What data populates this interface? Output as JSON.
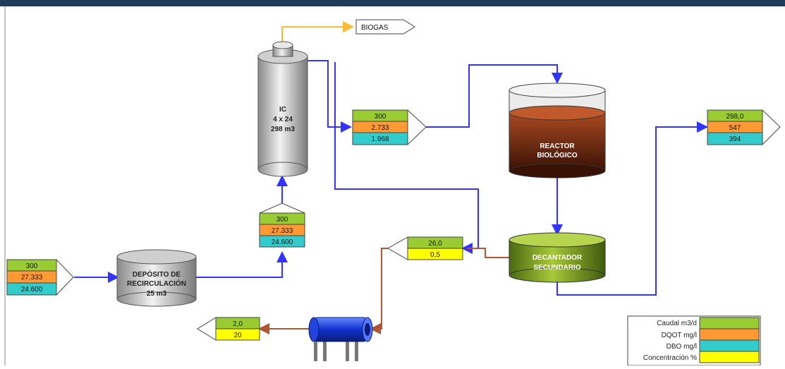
{
  "biogas_label": "BIOGAS",
  "colors": {
    "caudal": "#99cc33",
    "dqo": "#ff9933",
    "dbo": "#33cccc",
    "concentracion": "#ffff00",
    "pipe_water": "#3333ff",
    "pipe_sludge": "#b35533",
    "pipe_gas": "#ffbb33",
    "frame_top": "#1f3a5a"
  },
  "streams": {
    "inlet": {
      "caudal": "300",
      "dqo": "27.333",
      "dbo": "24.600"
    },
    "ic_feed": {
      "caudal": "300",
      "dqo": "27.333",
      "dbo": "24.600"
    },
    "ic_out": {
      "caudal": "300",
      "dqo": "2.733",
      "dbo": "1.968"
    },
    "outlet": {
      "caudal": "298,0",
      "dqo": "547",
      "dbo": "394"
    },
    "sludge_return": {
      "caudal": "26,0",
      "concentracion": "0,5"
    },
    "sludge_out": {
      "caudal": "2,0",
      "concentracion": "20"
    }
  },
  "equipment": {
    "ic": {
      "line1": "IC",
      "line2": "4 x 24",
      "line3": "298 m3"
    },
    "deposito": {
      "line1": "DEPÓSITO DE",
      "line2": "RECIRCULACIÓN",
      "line3": "25 m3"
    },
    "reactor": {
      "line1": "REACTOR",
      "line2": "BIOLÓGICO"
    },
    "decantador": {
      "line1": "DECANTADOR",
      "line2": "SECUNDARIO"
    }
  },
  "legend": [
    {
      "label": "Caudal m3/d",
      "color_key": "caudal"
    },
    {
      "label": "DQOT mg/l",
      "color_key": "dqo"
    },
    {
      "label": "DBO mg/l",
      "color_key": "dbo"
    },
    {
      "label": "Concentración %",
      "color_key": "concentracion"
    }
  ]
}
